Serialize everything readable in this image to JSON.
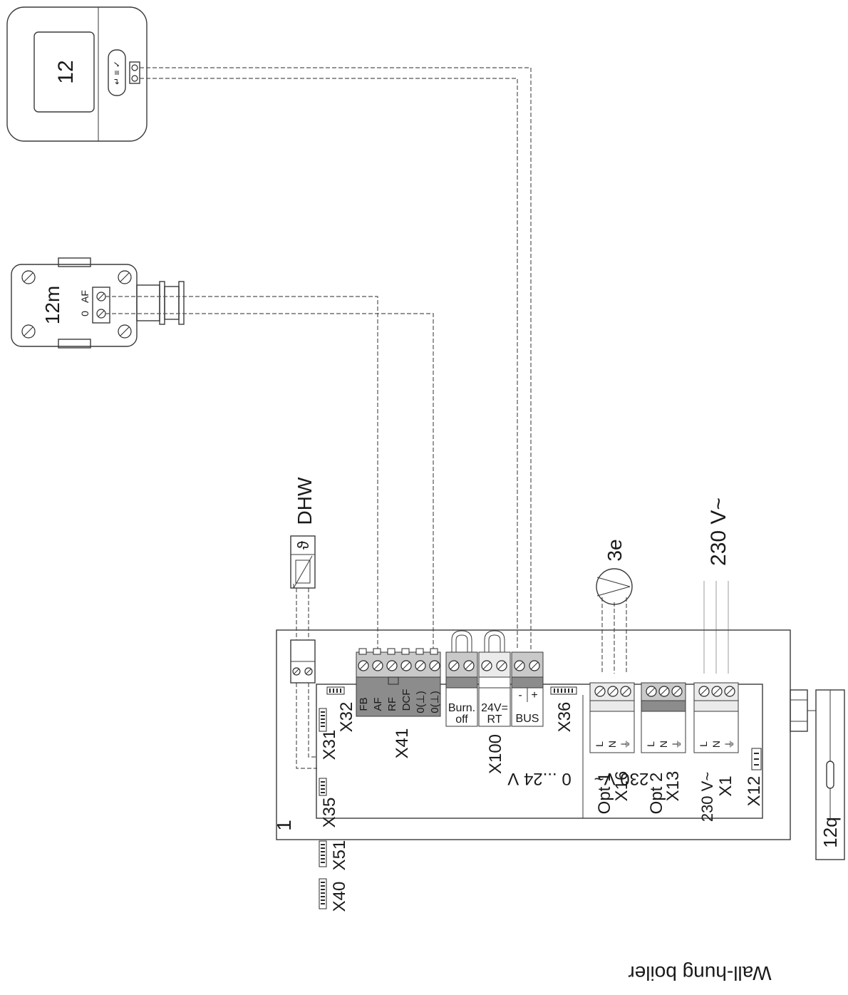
{
  "devices": {
    "controller_label": "12",
    "outdoor_sensor_label": "12m",
    "outdoor_sensor_terminals": [
      "0",
      "AF"
    ],
    "dhw_sensor_label": "DHW",
    "dhw_sensor_symbol": "ϑ",
    "pump_label": "3e",
    "mains_label": "230 V~",
    "fuse_label": "12q"
  },
  "boiler": {
    "label": "1",
    "caption": "Wall-hung boiler",
    "low_voltage_label": "0 ...24 V",
    "high_voltage_label": "230 V~"
  },
  "connectors": {
    "x41": {
      "label": "X41",
      "pins": [
        "FB",
        "AF",
        "RF",
        "DCF",
        "0(⊥)",
        "0(⊥)"
      ]
    },
    "burner_off": {
      "line1": "Burn.",
      "line2": "off"
    },
    "rt": {
      "line1": "24V=",
      "line2": "RT"
    },
    "bus": {
      "minus": "-",
      "plus": "+",
      "label": "BUS"
    },
    "x100": "X100",
    "x36": "X36",
    "x32": "X32",
    "x31": "X31",
    "x35": "X35",
    "x51": "X51",
    "x40": "X40",
    "x12": "X12",
    "x16": {
      "opt": "Opt 1",
      "label": "X16",
      "pins": [
        "L",
        "N",
        "⏚"
      ]
    },
    "x13": {
      "opt": "Opt 2",
      "label": "X13",
      "pins": [
        "L",
        "N",
        "⏚"
      ]
    },
    "x1": {
      "opt": "230 V~",
      "label": "X1",
      "pins": [
        "L",
        "N",
        "⏚"
      ]
    }
  }
}
